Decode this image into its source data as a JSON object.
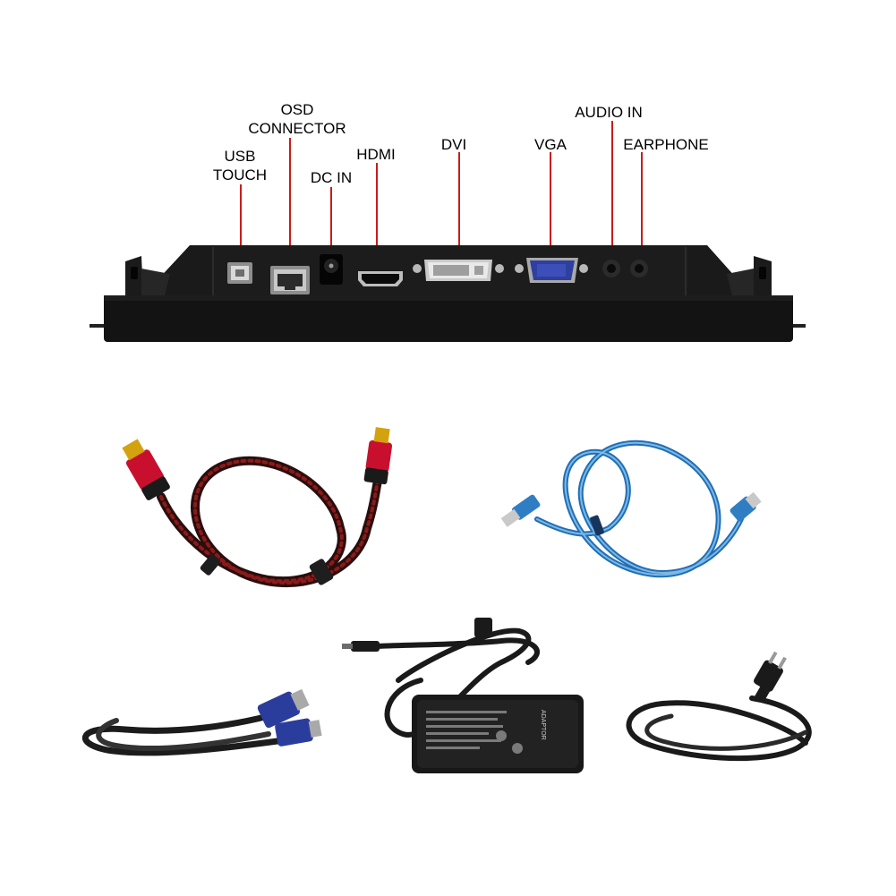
{
  "ports": {
    "usb_touch": {
      "line1": "USB",
      "line2": "TOUCH"
    },
    "osd_connector": {
      "line1": "OSD",
      "line2": "CONNECTOR"
    },
    "dc_in": {
      "label": "DC IN"
    },
    "hdmi": {
      "label": "HDMI"
    },
    "dvi": {
      "label": "DVI"
    },
    "vga": {
      "label": "VGA"
    },
    "audio_in": {
      "label": "AUDIO IN"
    },
    "earphone": {
      "label": "EARPHONE"
    }
  },
  "accessories": {
    "adapter_brand": "ADAPTOR"
  },
  "colors": {
    "leader_line": "#c91c1c",
    "panel_body": "#141414",
    "hdmi_cable_jacket": "#c8102e",
    "usb_cable": "#1f6fb5",
    "vga_connector": "#2b3d9c"
  }
}
